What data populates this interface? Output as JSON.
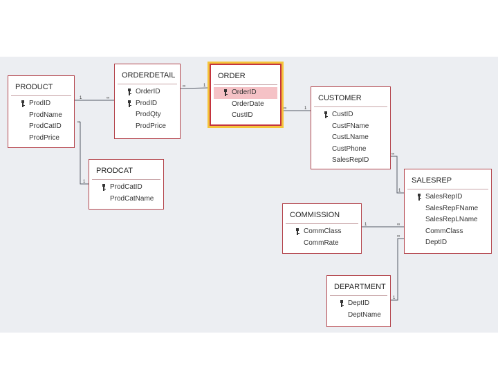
{
  "tables": {
    "product": {
      "title": "PRODUCT",
      "fields": [
        {
          "name": "ProdID",
          "key": true
        },
        {
          "name": "ProdName",
          "key": false
        },
        {
          "name": "ProdCatID",
          "key": false
        },
        {
          "name": "ProdPrice",
          "key": false
        }
      ]
    },
    "orderdetail": {
      "title": "ORDERDETAIL",
      "fields": [
        {
          "name": "OrderID",
          "key": true
        },
        {
          "name": "ProdID",
          "key": true
        },
        {
          "name": "ProdQty",
          "key": false
        },
        {
          "name": "ProdPrice",
          "key": false
        }
      ]
    },
    "order": {
      "title": "ORDER",
      "selected": true,
      "fields": [
        {
          "name": "OrderID",
          "key": true,
          "selected": true
        },
        {
          "name": "OrderDate",
          "key": false
        },
        {
          "name": "CustID",
          "key": false
        }
      ]
    },
    "customer": {
      "title": "CUSTOMER",
      "fields": [
        {
          "name": "CustID",
          "key": true
        },
        {
          "name": "CustFName",
          "key": false
        },
        {
          "name": "CustLName",
          "key": false
        },
        {
          "name": "CustPhone",
          "key": false
        },
        {
          "name": "SalesRepID",
          "key": false
        }
      ]
    },
    "prodcat": {
      "title": "PRODCAT",
      "fields": [
        {
          "name": "ProdCatID",
          "key": true
        },
        {
          "name": "ProdCatName",
          "key": false
        }
      ]
    },
    "salesrep": {
      "title": "SALESREP",
      "fields": [
        {
          "name": "SalesRepID",
          "key": true
        },
        {
          "name": "SalesRepFName",
          "key": false
        },
        {
          "name": "SalesRepLName",
          "key": false
        },
        {
          "name": "CommClass",
          "key": false
        },
        {
          "name": "DeptID",
          "key": false
        }
      ]
    },
    "commission": {
      "title": "COMMISSION",
      "fields": [
        {
          "name": "CommClass",
          "key": true
        },
        {
          "name": "CommRate",
          "key": false
        }
      ]
    },
    "department": {
      "title": "DEPARTMENT",
      "fields": [
        {
          "name": "DeptID",
          "key": true
        },
        {
          "name": "DeptName",
          "key": false
        }
      ]
    }
  },
  "relationships": [
    {
      "one": "product",
      "many": "orderdetail",
      "one_label": "1",
      "many_label": "∞"
    },
    {
      "one": "order",
      "many": "orderdetail",
      "one_label": "1",
      "many_label": "∞"
    },
    {
      "one": "customer",
      "many": "order",
      "one_label": "1",
      "many_label": "∞"
    },
    {
      "one": "prodcat",
      "many": "product",
      "one_label": "1",
      "many_label": "∞"
    },
    {
      "one": "salesrep",
      "many": "customer",
      "one_label": "1",
      "many_label": "∞"
    },
    {
      "one": "commission",
      "many": "salesrep",
      "one_label": "1",
      "many_label": "∞"
    },
    {
      "one": "department",
      "many": "salesrep",
      "one_label": "1",
      "many_label": "∞"
    }
  ],
  "colors": {
    "border": "#b3424a",
    "selection": "#f5c43a",
    "selected_field": "#f5c2c6",
    "canvas": "#eceef2"
  }
}
